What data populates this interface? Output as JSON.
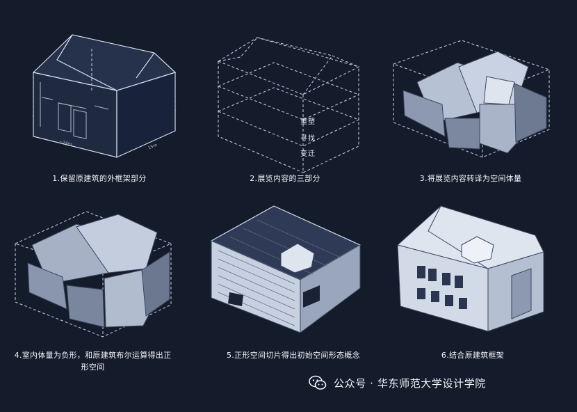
{
  "panels": [
    {
      "caption": "1.保留原建筑的外框架部分"
    },
    {
      "caption": "2.展览内容的三部分"
    },
    {
      "caption": "3.将展览内容转译为空间体量"
    },
    {
      "caption": "4.室内体量为负形，和原建筑布尔运算得出正形空间"
    },
    {
      "caption": "5.正形空间切片得出初始空间形态概念"
    },
    {
      "caption": "6.结合原建筑框架"
    }
  ],
  "panel1": {
    "dim_width": "~24m",
    "dim_depth": "15m"
  },
  "panel2": {
    "layers": [
      "重塑",
      "寻找",
      "变迁"
    ]
  },
  "watermark": {
    "text": "公众号 · 华东师范大学设计学院",
    "icon": "wechat-icon"
  },
  "colors": {
    "background": "#141b2b",
    "line": "#d6deea",
    "mass_light": "#c9d2e2",
    "mass_dark": "#7f8ba3"
  }
}
